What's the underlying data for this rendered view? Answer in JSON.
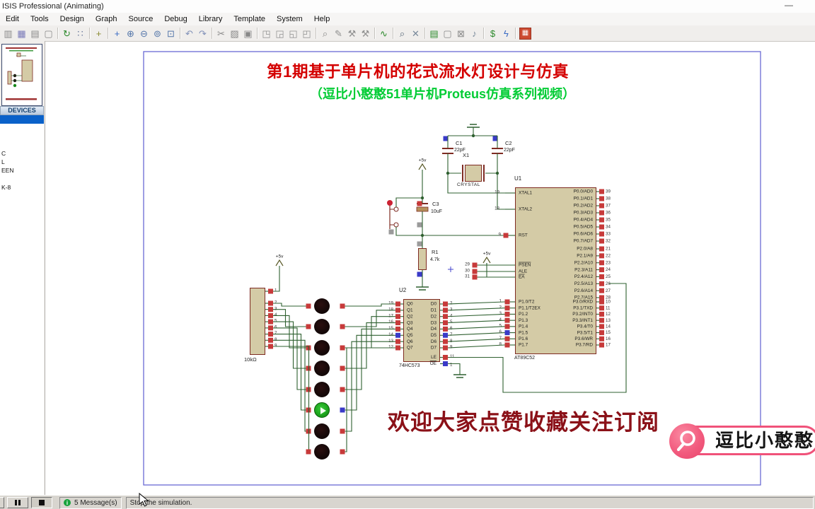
{
  "window": {
    "title": "ISIS Professional (Animating)",
    "minimize_label": "—"
  },
  "menu": {
    "items": [
      "Edit",
      "Tools",
      "Design",
      "Graph",
      "Source",
      "Debug",
      "Library",
      "Template",
      "System",
      "Help"
    ]
  },
  "toolbar": {
    "groups": [
      {
        "icons": [
          {
            "name": "window-icon",
            "glyph": "▥",
            "color": "#8a8a8a"
          },
          {
            "name": "window-add-icon",
            "glyph": "▦",
            "color": "#7a7ab8"
          },
          {
            "name": "print-icon",
            "glyph": "▤",
            "color": "#8a8a8a"
          },
          {
            "name": "page-icon",
            "glyph": "▢",
            "color": "#8a8a8a"
          }
        ]
      },
      {
        "icons": [
          {
            "name": "refresh-icon",
            "glyph": "↻",
            "color": "#2d8a2d"
          },
          {
            "name": "grid-icon",
            "glyph": "∷",
            "color": "#667799"
          }
        ]
      },
      {
        "icons": [
          {
            "name": "origin-icon",
            "glyph": "+",
            "color": "#8a8a30"
          }
        ]
      },
      {
        "icons": [
          {
            "name": "pan-icon",
            "glyph": "+",
            "color": "#3a6bc4"
          },
          {
            "name": "zoom-in-icon",
            "glyph": "⊕",
            "color": "#5577aa"
          },
          {
            "name": "zoom-out-icon",
            "glyph": "⊖",
            "color": "#5577aa"
          },
          {
            "name": "zoom-all-icon",
            "glyph": "⊚",
            "color": "#5577aa"
          },
          {
            "name": "zoom-area-icon",
            "glyph": "⊡",
            "color": "#5577aa"
          }
        ]
      },
      {
        "icons": [
          {
            "name": "undo-icon",
            "glyph": "↶",
            "color": "#8090b8"
          },
          {
            "name": "redo-icon",
            "glyph": "↷",
            "color": "#8090b8"
          }
        ]
      },
      {
        "icons": [
          {
            "name": "cut-icon",
            "glyph": "✂",
            "color": "#888888"
          },
          {
            "name": "copy-icon",
            "glyph": "▨",
            "color": "#888888"
          },
          {
            "name": "paste-icon",
            "glyph": "▣",
            "color": "#888888"
          }
        ]
      },
      {
        "icons": [
          {
            "name": "block-copy-icon",
            "glyph": "◳",
            "color": "#909090"
          },
          {
            "name": "block-move-icon",
            "glyph": "◲",
            "color": "#909090"
          },
          {
            "name": "block-rotate-icon",
            "glyph": "◱",
            "color": "#909090"
          },
          {
            "name": "block-delete-icon",
            "glyph": "◰",
            "color": "#909090"
          }
        ]
      },
      {
        "icons": [
          {
            "name": "edit-part-icon",
            "glyph": "⌕",
            "color": "#888888"
          },
          {
            "name": "make-device-icon",
            "glyph": "✎",
            "color": "#909090"
          },
          {
            "name": "packaging-tool-icon",
            "glyph": "⚒",
            "color": "#909090"
          },
          {
            "name": "decompose-icon",
            "glyph": "⚒",
            "color": "#909090"
          }
        ]
      },
      {
        "icons": [
          {
            "name": "wire-autorouter-icon",
            "glyph": "∿",
            "color": "#2d8a2d"
          }
        ]
      },
      {
        "icons": [
          {
            "name": "search-tag-icon",
            "glyph": "⌕",
            "color": "#556677"
          },
          {
            "name": "property-tool-icon",
            "glyph": "✕",
            "color": "#778899"
          }
        ]
      },
      {
        "icons": [
          {
            "name": "design-explorer-icon",
            "glyph": "▤",
            "color": "#2d8a2d"
          },
          {
            "name": "new-sheet-icon",
            "glyph": "▢",
            "color": "#8a8a8a"
          },
          {
            "name": "remove-sheet-icon",
            "glyph": "⊠",
            "color": "#8a8a8a"
          },
          {
            "name": "goto-sheet-icon",
            "glyph": "♪",
            "color": "#778899"
          }
        ]
      },
      {
        "icons": [
          {
            "name": "bill-of-materials-icon",
            "glyph": "$",
            "color": "#2d8a2d"
          },
          {
            "name": "electrical-check-icon",
            "glyph": "ϟ",
            "color": "#3a6bc4"
          }
        ]
      },
      {
        "icons": [
          {
            "name": "netlist-ares-icon",
            "glyph": "▦",
            "color": "#ffffff",
            "special": "red-block"
          }
        ]
      }
    ]
  },
  "sidebar": {
    "devices_header": "DEVICES",
    "device_items": [
      {
        "label": "",
        "selected": true
      },
      {
        "label": "",
        "selected": false
      },
      {
        "label": "",
        "selected": false
      },
      {
        "label": "",
        "selected": false
      },
      {
        "label": "C",
        "selected": false
      },
      {
        "label": "L",
        "selected": false
      },
      {
        "label": "EEN",
        "selected": false
      },
      {
        "label": "",
        "selected": false
      },
      {
        "label": "K-8",
        "selected": false
      }
    ]
  },
  "annotations": {
    "title": "第1期基于单片机的花式流水灯设计与仿真",
    "subtitle": "（逗比小憨憨51单片机Proteus仿真系列视频）",
    "footer": "欢迎大家点赞收藏关注订阅"
  },
  "badge": {
    "label": "逗比小憨憨",
    "icon": "magnifier-icon"
  },
  "status_bar": {
    "messages": "5 Message(s)",
    "status": "Stop the simulation."
  },
  "colors": {
    "wire": "#2f6030",
    "chip_fill": "#d4cba6",
    "chip_border": "#7e2b22",
    "pin_red": "#c73a3a",
    "pin_blue": "#3a3ac8",
    "sheet_border": "#6a6ad4",
    "title_red": "#d40000",
    "subtitle_green": "#00cc33",
    "footer_red": "#8b1118",
    "badge_pink": "#f0527a",
    "led_on_green": "#1fae1f",
    "select_blue": "#0a61c9"
  },
  "circuit": {
    "power_label": "+5v",
    "u1": {
      "ref": "U1",
      "part": "AT89C52",
      "ctrl_pins": [
        {
          "num": "19",
          "name": "XTAL1"
        },
        {
          "num": "18",
          "name": "XTAL2"
        },
        {
          "num": "9",
          "name": "RST"
        },
        {
          "num": "29",
          "name": "PSEN",
          "bar": true
        },
        {
          "num": "30",
          "name": "ALE"
        },
        {
          "num": "31",
          "name": "EA",
          "bar": true
        }
      ],
      "p1_pins": [
        {
          "num": "1",
          "name": "P1.0/T2"
        },
        {
          "num": "2",
          "name": "P1.1/T2EX"
        },
        {
          "num": "3",
          "name": "P1.2"
        },
        {
          "num": "4",
          "name": "P1.3"
        },
        {
          "num": "5",
          "name": "P1.4"
        },
        {
          "num": "6",
          "name": "P1.5",
          "state": "blue"
        },
        {
          "num": "7",
          "name": "P1.6"
        },
        {
          "num": "8",
          "name": "P1.7"
        }
      ],
      "p0_pins": [
        {
          "num": "39",
          "name": "P0.0/AD0"
        },
        {
          "num": "38",
          "name": "P0.1/AD1"
        },
        {
          "num": "37",
          "name": "P0.2/AD2"
        },
        {
          "num": "36",
          "name": "P0.3/AD3"
        },
        {
          "num": "35",
          "name": "P0.4/AD4"
        },
        {
          "num": "34",
          "name": "P0.5/AD5"
        },
        {
          "num": "33",
          "name": "P0.6/AD6"
        },
        {
          "num": "32",
          "name": "P0.7/AD7"
        }
      ],
      "p2_pins": [
        {
          "num": "21",
          "name": "P2.0/A8"
        },
        {
          "num": "22",
          "name": "P2.1/A9"
        },
        {
          "num": "23",
          "name": "P2.2/A10"
        },
        {
          "num": "24",
          "name": "P2.3/A11"
        },
        {
          "num": "25",
          "name": "P2.4/A12"
        },
        {
          "num": "26",
          "name": "P2.5/A13"
        },
        {
          "num": "27",
          "name": "P2.6/A14"
        },
        {
          "num": "28",
          "name": "P2.7/A15"
        }
      ],
      "p3_pins": [
        {
          "num": "10",
          "name": "P3.0/RXD"
        },
        {
          "num": "11",
          "name": "P3.1/TXD"
        },
        {
          "num": "12",
          "name": "P3.2/INT0"
        },
        {
          "num": "13",
          "name": "P3.3/INT1"
        },
        {
          "num": "14",
          "name": "P3.4/T0"
        },
        {
          "num": "15",
          "name": "P3.5/T1"
        },
        {
          "num": "16",
          "name": "P3.6/WR"
        },
        {
          "num": "17",
          "name": "P3.7/RD"
        }
      ]
    },
    "u2": {
      "ref": "U2",
      "part": "74HC573",
      "q_pins": [
        {
          "num": "19",
          "name": "Q0"
        },
        {
          "num": "18",
          "name": "Q1"
        },
        {
          "num": "17",
          "name": "Q2"
        },
        {
          "num": "16",
          "name": "Q3"
        },
        {
          "num": "15",
          "name": "Q4"
        },
        {
          "num": "14",
          "name": "Q5",
          "state": "blue"
        },
        {
          "num": "13",
          "name": "Q6"
        },
        {
          "num": "12",
          "name": "Q7"
        }
      ],
      "d_pins": [
        {
          "num": "2",
          "name": "D0"
        },
        {
          "num": "3",
          "name": "D1"
        },
        {
          "num": "4",
          "name": "D2"
        },
        {
          "num": "5",
          "name": "D3"
        },
        {
          "num": "6",
          "name": "D4"
        },
        {
          "num": "7",
          "name": "D5",
          "state": "blue"
        },
        {
          "num": "8",
          "name": "D6"
        },
        {
          "num": "9",
          "name": "D7"
        }
      ],
      "le_pin": {
        "num": "11",
        "name": "LE"
      },
      "oe_pin": {
        "num": "1",
        "name": "OE",
        "bar": true,
        "state": "blue"
      }
    },
    "rp1": {
      "value": "10kΩ",
      "pin_nums": [
        "1",
        "2",
        "3",
        "4",
        "5",
        "6",
        "7",
        "8",
        "9"
      ]
    },
    "c1": {
      "ref": "C1",
      "value": "22pF"
    },
    "c2": {
      "ref": "C2",
      "value": "22pF"
    },
    "c3": {
      "ref": "C3",
      "value": "10uF"
    },
    "r1": {
      "ref": "R1",
      "value": "4.7k"
    },
    "x1": {
      "ref": "X1",
      "value": "CRYSTAL"
    },
    "leds": [
      {
        "state": "off"
      },
      {
        "state": "off"
      },
      {
        "state": "off"
      },
      {
        "state": "off"
      },
      {
        "state": "off"
      },
      {
        "state": "on"
      },
      {
        "state": "off"
      },
      {
        "state": "off"
      }
    ]
  }
}
